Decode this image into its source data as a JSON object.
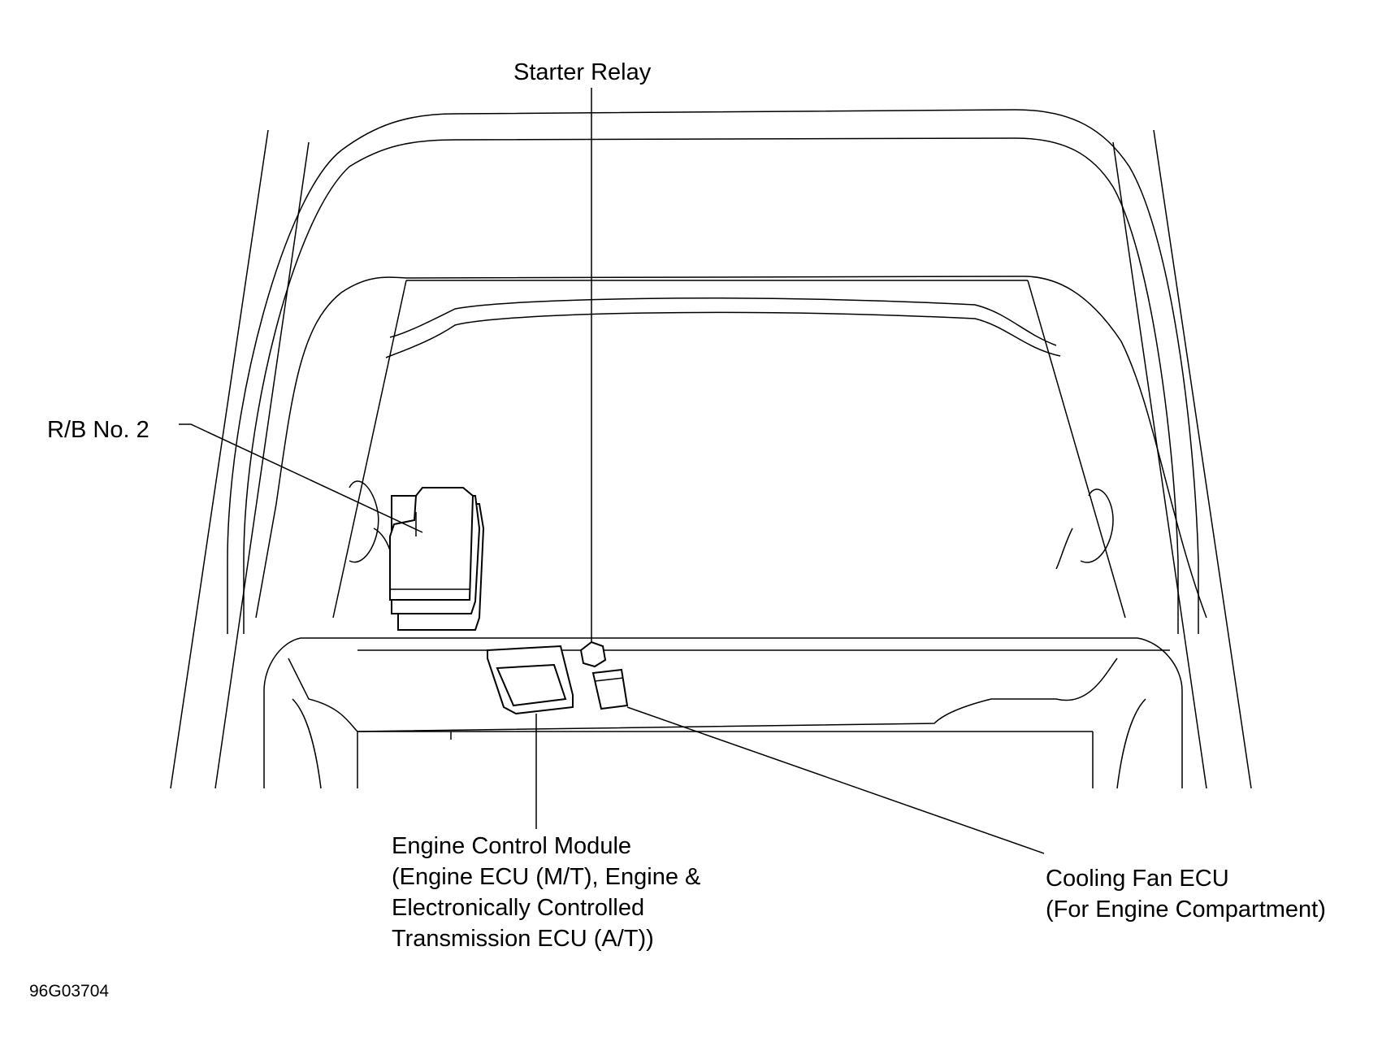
{
  "labels": {
    "starter_relay": "Starter Relay",
    "rb_no2": "R/B No. 2",
    "ecm_lines": [
      "Engine Control Module",
      "(Engine ECU (M/T), Engine &",
      "Electronically Controlled",
      "Transmission ECU (A/T))"
    ],
    "cooling_fan_lines": [
      "Cooling Fan ECU",
      "(For Engine Compartment)"
    ],
    "figure_code": "96G03704"
  },
  "colors": {
    "line": "#000000",
    "background": "#ffffff"
  }
}
